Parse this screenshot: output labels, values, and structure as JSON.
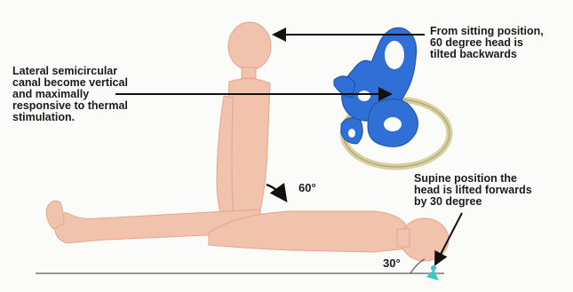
{
  "labels": {
    "lateral_canal": [
      "Lateral semicircular",
      "canal become vertical",
      "and maximally",
      "responsive to thermal",
      "stimulation."
    ],
    "sitting_position": [
      "From sitting position,",
      "60 degree head is",
      "tilted backwards"
    ],
    "supine_position": [
      "Supine position the",
      "head is lifted forwards",
      "by 30 degree"
    ]
  },
  "angles": {
    "sitting_angle": "60°",
    "supine_angle": "30°"
  },
  "colors": {
    "skin": "#f1c3ad",
    "skin_outline": "#e2a68e",
    "labyrinth": "#2f6fd6",
    "labyrinth_ring": "#d9cf9c",
    "arrow": "#111111",
    "marker": "#35c7c2"
  }
}
